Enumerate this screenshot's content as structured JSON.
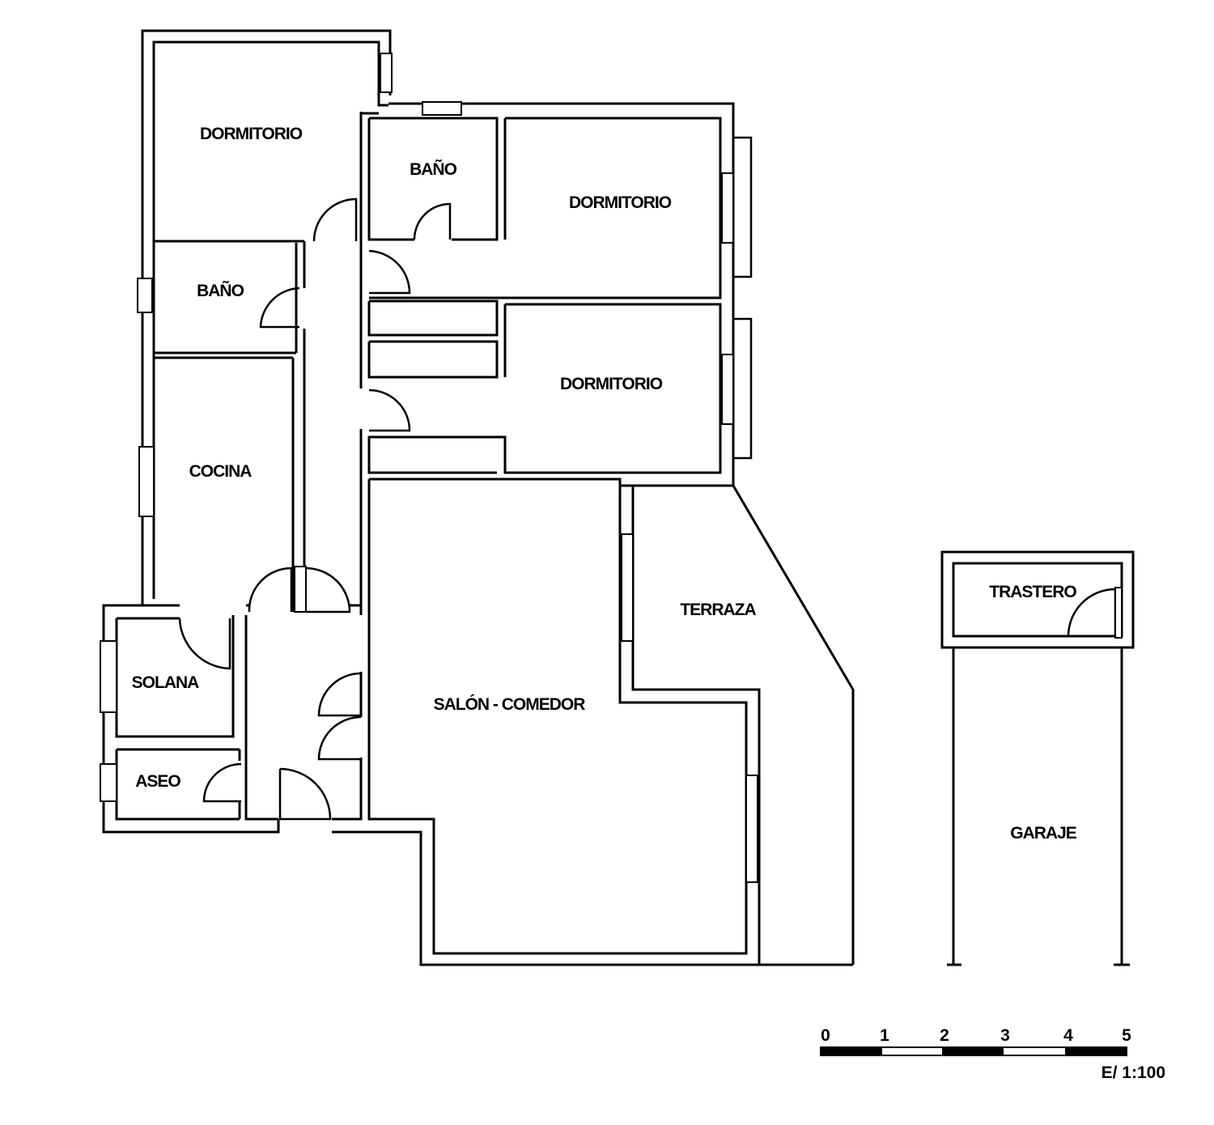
{
  "rooms": {
    "dormitorio_1": "DORMITORIO",
    "bano_1": "BAÑO",
    "dormitorio_2": "DORMITORIO",
    "bano_2": "BAÑO",
    "dormitorio_3": "DORMITORIO",
    "cocina": "COCINA",
    "solana": "SOLANA",
    "aseo": "ASEO",
    "salon_comedor": "SALÓN - COMEDOR",
    "terraza": "TERRAZA",
    "trastero": "TRASTERO",
    "garaje": "GARAJE"
  },
  "scale_bar": {
    "ticks": [
      "0",
      "1",
      "2",
      "3",
      "4",
      "5"
    ],
    "label": "E/ 1:100"
  }
}
